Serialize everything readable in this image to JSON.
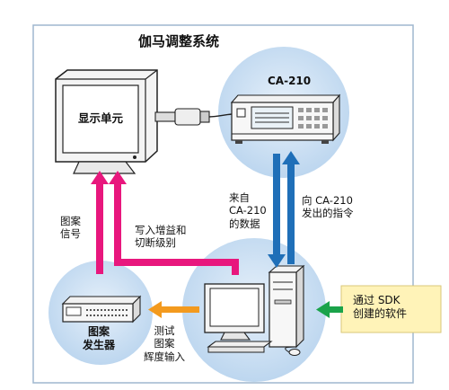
{
  "title": "伽马调整系统",
  "monitor_label": "显示单元",
  "ca210_label": "CA-210",
  "generator_label_1": "图案",
  "generator_label_2": "发生器",
  "left_arrow_label_1": "图案",
  "left_arrow_label_2": "信号",
  "middle_arrow_label_1": "写入增益和",
  "middle_arrow_label_2": "切断级别",
  "data_label_1": "来自",
  "data_label_2": "CA-210",
  "data_label_3": "的数据",
  "command_label_1": "向 CA-210",
  "command_label_2": "发出的指令",
  "measure_label_1": "测试",
  "measure_label_2": "图案",
  "measure_label_3": "辉度输入",
  "sdk_label_1": "通过 SDK",
  "sdk_label_2": "创建的软件",
  "colors": {
    "magenta": "#e8177d",
    "blue": "#1f6fb8",
    "orange": "#f39a1e",
    "green": "#1aa34a",
    "circle": "#cfe2f3",
    "sdk_box": "#fff3b8"
  }
}
